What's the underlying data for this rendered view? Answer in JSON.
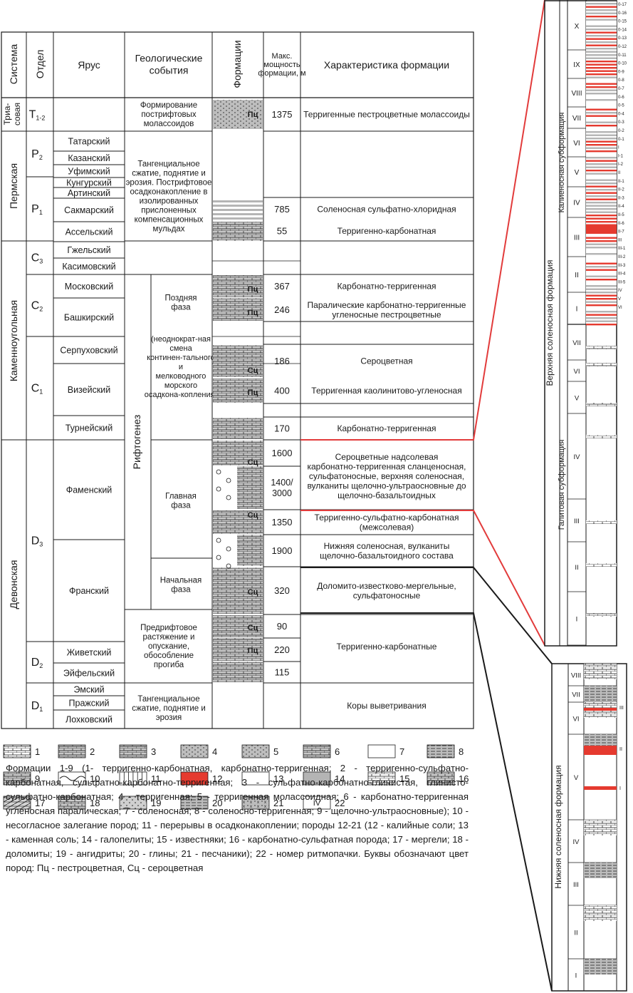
{
  "headers": {
    "system": "Система",
    "division": "Отдел",
    "stage": "Ярус",
    "events": "Геологические события",
    "formations": "Формации",
    "thickness": "Макс. мощность формации, м",
    "characteristic": "Характеристика формации"
  },
  "systems": [
    "Триа-совая",
    "Пермская",
    "Каменноугольная",
    "Девонская"
  ],
  "divisions": [
    "T1-2",
    "P2",
    "P1",
    "C3",
    "C2",
    "C1",
    "D3",
    "D2",
    "D1"
  ],
  "stages": [
    "Татарский",
    "Казанский",
    "Уфимский",
    "Кунгурский",
    "Артинский",
    "Сакмарский",
    "Ассельский",
    "Гжельский",
    "Касимовский",
    "Московский",
    "Башкирский",
    "Серпуховский",
    "Визейский",
    "Турнейский",
    "Фаменский",
    "Франский",
    "Живетский",
    "Эйфельский",
    "Эмский",
    "Пражский",
    "Лохковский"
  ],
  "events": [
    "Формирование пострифтовых молассоидов",
    "Тангенциальное сжатие, поднятие и эрозия. Пострифтовое осадконакопление в изолированных прислоненных компенсационных мульдах",
    "Рифтогенез",
    "Поздняя фаза",
    "(неоднократ-ная смена континен-тального и мелководного морского осадкона-копления)",
    "Главная фаза",
    "Начальная фаза",
    "Предрифтовое растяжение и опускание, обособление прогиба",
    "Тангенциальное сжатие, поднятие и эрозия"
  ],
  "formations": [
    {
      "thickness": "1375",
      "text": "Терригенные пестроцветные молассоиды",
      "color_code": "Пц"
    },
    {
      "thickness": "785",
      "text": "Соленосная сульфатно-хлоридная"
    },
    {
      "thickness": "55",
      "text": "Терригенно-карбонатная"
    },
    {
      "thickness": "367",
      "text": "Карбонатно-терригенная",
      "color_code": "Пц"
    },
    {
      "thickness": "246",
      "text": "Паралические карбонатно-терригенные угленосные пестроцветные",
      "color_code": "Пц"
    },
    {
      "thickness": "186",
      "text": "Сероцветная",
      "color_code": "Сц"
    },
    {
      "thickness": "400",
      "text": "Терригенная каолинитово-угленосная",
      "color_code": "Пц"
    },
    {
      "thickness": "170",
      "text": "Карбонатно-терригенная"
    },
    {
      "thickness": "1600",
      "text": "Сероцветные надсолевая карбонатно-терригенная сланценосная, сульфатоносные, верхняя соленосная, вулканиты щелочно-ультраосновные до щелочно-базальтоидных",
      "color_code": "Сц"
    },
    {
      "thickness": "1400/3000",
      "text": ""
    },
    {
      "thickness": "1350",
      "text": "Терригенно-сульфатно-карбонатная (межсолевая)",
      "color_code": "Сц"
    },
    {
      "thickness": "1900",
      "text": "Нижняя соленосная, вулканиты щелочно-базальтоидного состава"
    },
    {
      "thickness": "320",
      "text": "Доломито-известково-мергельные, сульфатоносные",
      "color_code": "Сц"
    },
    {
      "thickness": "90",
      "text": "Терригенно-карбонатные",
      "color_code": "Сц"
    },
    {
      "thickness": "220",
      "text": "",
      "color_code": "Пц"
    },
    {
      "thickness": "115",
      "text": ""
    },
    {
      "thickness": "",
      "text": "Коры выветривания"
    }
  ],
  "legend_numbers": [
    "1",
    "2",
    "3",
    "4",
    "5",
    "6",
    "7",
    "8",
    "9",
    "10",
    "11",
    "12",
    "13",
    "14",
    "15",
    "16",
    "17",
    "18",
    "19",
    "20",
    "21",
    "22"
  ],
  "legend_iv": "IV",
  "caption": "Формации 1-9 (1- терригенно-карбонатная, карбонатно-терригенная; 2 - терригенно-сульфатно-карбонатная, сульфатно-карбонатно-терригенная; 3 - сульфатно-карбонатно-глинистая, глинисто-сульфатно-карбонатная; 4 - терригенная; 5 - терригенная молассоидная; 6 - карбонатно-терригенная угленосная паралическая; 7 - соленосная; 8 - соленосно-терригенная; 9 - щелочно-ультраосновные); 10 - несогласное залегание пород; 11 - перерывы в осадконакоплении; породы 12-21 (12 - калийные соли; 13 - каменная соль; 14 - галопелиты; 15 - известняки; 16 - карбонатно-сульфатная порода; 17 - мергели; 18 - доломиты; 19 - ангидриты; 20 - глины; 21 - песчаники); 22 - номер ритмопачки. Буквы обозначают цвет пород: Пц - пестроцветная, Сц - сероцветная",
  "upper_column": {
    "formation": "Верхняя соленосная формация",
    "subformations": [
      "Калиеносная субформация",
      "Галитовая субформация"
    ],
    "kali_rhythms": [
      "X",
      "IX",
      "VIII",
      "VII",
      "VI",
      "V",
      "IV",
      "III",
      "II",
      "I"
    ],
    "halite_rhythms": [
      "VII",
      "VI",
      "V",
      "IV",
      "III",
      "II",
      "I"
    ],
    "bed_labels": [
      "0-17",
      "0-16",
      "0-15",
      "0-14",
      "0-13",
      "0-12",
      "0-11",
      "0-10",
      "0-9",
      "0-8",
      "0-7",
      "0-6",
      "0-5",
      "0-4",
      "0-3",
      "0-2",
      "0-1",
      "I",
      "I-1",
      "I-2",
      "II",
      "II-1",
      "II-2",
      "II-3",
      "II-4",
      "II-5",
      "II-6",
      "II-7",
      "III",
      "III-1",
      "III-2",
      "III-3",
      "III-4",
      "III-5",
      "IV",
      "V",
      "VI"
    ]
  },
  "lower_column": {
    "formation": "Нижняя соленосная формация",
    "rhythms": [
      "VIII",
      "VII",
      "VI",
      "V",
      "IV",
      "III",
      "II",
      "I"
    ],
    "bed_labels": [
      "III",
      "II",
      "I"
    ]
  },
  "colors": {
    "potash": "#e53a2f",
    "halopelite": "#b4b4b4",
    "line": "#1a1a1a",
    "connector_red": "#e23b3b"
  }
}
